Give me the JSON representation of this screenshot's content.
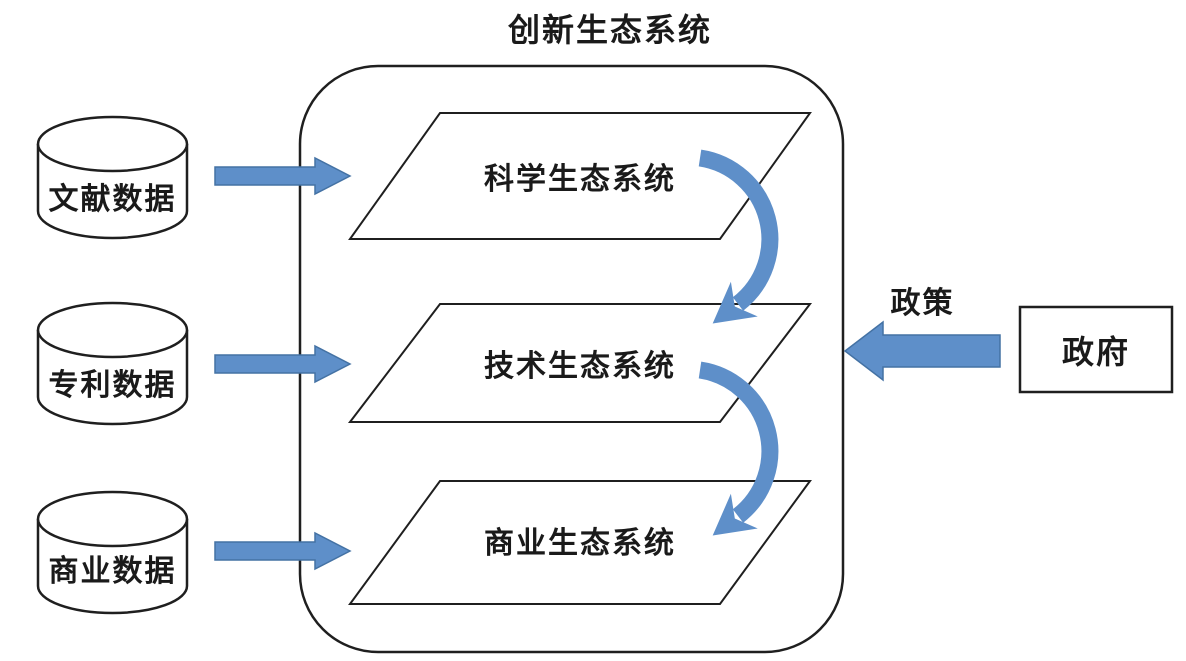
{
  "title": "创新生态系统",
  "colors": {
    "arrow_fill": "#5E8FC9",
    "arrow_border": "#4472A4",
    "shape_border": "#1f1f1f"
  },
  "databases": [
    {
      "label": "文献数据"
    },
    {
      "label": "专利数据"
    },
    {
      "label": "商业数据"
    }
  ],
  "ecosystems": [
    {
      "label": "科学生态系统"
    },
    {
      "label": "技术生态系统"
    },
    {
      "label": "商业生态系统"
    }
  ],
  "government": {
    "box_label": "政府",
    "arrow_label": "政策"
  }
}
